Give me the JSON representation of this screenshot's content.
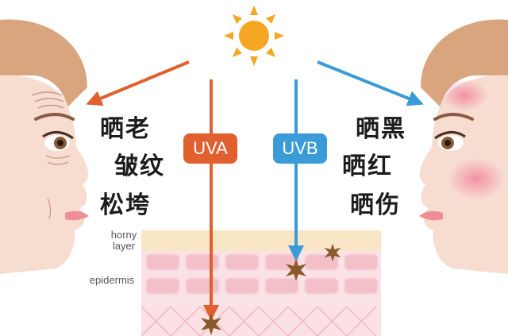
{
  "labels": {
    "uva": "UVA",
    "uvb": "UVB",
    "horny_layer_line1": "horny",
    "horny_layer_line2": "layer",
    "epidermis": "epidermis"
  },
  "uva_effects": [
    "晒老",
    "皱纹",
    "松垮"
  ],
  "uvb_effects": [
    "晒黑",
    "晒红",
    "晒伤"
  ],
  "colors": {
    "uva": "#e0602f",
    "uvb": "#3a9bd6",
    "sun": "#f5a623",
    "skin": "#f7dcd0",
    "hair": "#d9a57e",
    "horny_layer": "#f9e6c6",
    "epidermis": "#f3c6cf"
  },
  "icons": [
    "sun-icon",
    "damage-star-icon"
  ]
}
